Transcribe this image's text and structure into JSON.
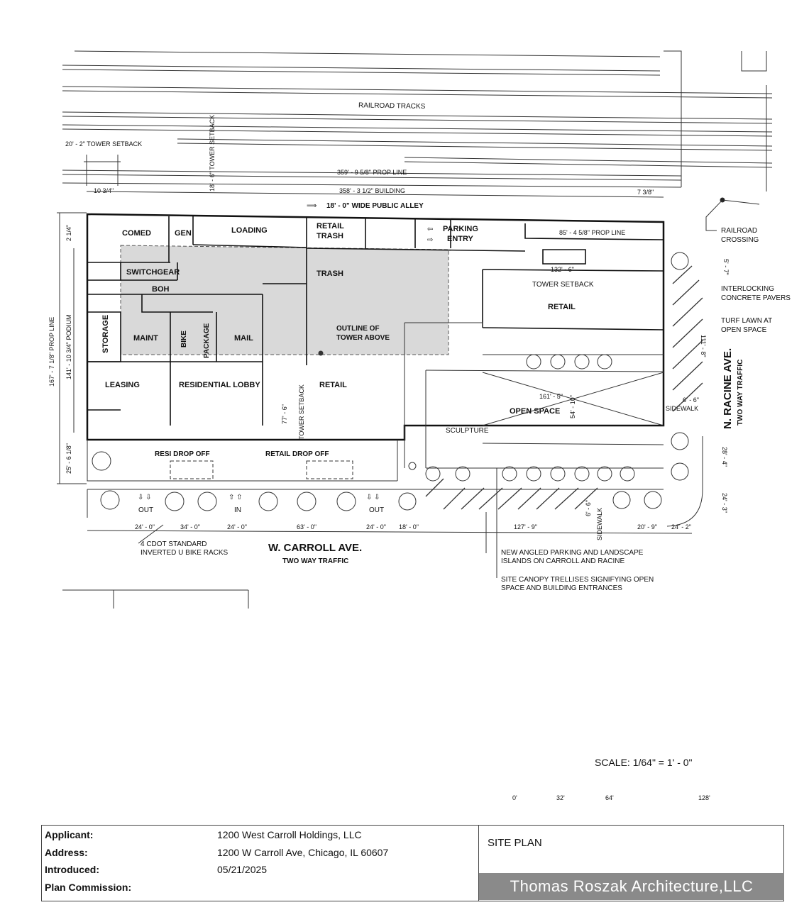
{
  "labels": {
    "railroad_tracks": "RAILROAD TRACKS",
    "tower_setback_top_left": "20' - 2\" TOWER SETBACK",
    "tower_setback_vertical": "18' - 6\" TOWER SETBACK",
    "prop_line_top": "359' - 9 5/8\" PROP LINE",
    "building_length": "358' - 3 1/2\" BUILDING",
    "dim_10_3_4": "10 3/4\"",
    "dim_7_3_8": "7 3/8\"",
    "alley": "18' - 0\" WIDE PUBLIC ALLEY",
    "railroad_crossing": "RAILROAD CROSSING",
    "comed": "COMED",
    "gen": "GEN",
    "loading": "LOADING",
    "retail_trash": "RETAIL TRASH",
    "parking_entry": "PARKING ENTRY",
    "prop_line_85": "85' - 4 5/8\" PROP LINE",
    "dim_5_7": "5' - 7\"",
    "interlocking_pavers": "INTERLOCKING CONCRETE PAVERS",
    "switchgear": "SWITCHGEAR",
    "trash": "TRASH",
    "dim_132_6": "132' - 6\"",
    "tower_setback_right": "TOWER SETBACK",
    "boh": "BOH",
    "retail_upper": "RETAIL",
    "turf_lawn": "TURF LAWN AT OPEN SPACE",
    "storage": "STORAGE",
    "maint": "MAINT",
    "bike": "BIKE",
    "package": "PACKAGE",
    "mail": "MAIL",
    "outline_tower": "OUTLINE OF TOWER ABOVE",
    "dim_111_8": "111' - 8\"",
    "n_racine": "N. RACINE AVE.",
    "two_way_racine": "TWO WAY TRAFFIC",
    "leasing": "LEASING",
    "residential_lobby": "RESIDENTIAL LOBBY",
    "tower_setback_mid": "TOWER SETBACK",
    "dim_77_6": "77' - 6\"",
    "retail_center": "RETAIL",
    "dim_161_5": "161' - 5\"",
    "dim_54_10": "54' - 10\"",
    "open_space": "OPEN SPACE",
    "dim_6_6_right": "6' - 6\"",
    "sidewalk_right": "SIDEWALK",
    "sculpture": "SCULPTURE",
    "prop_line_left": "167' - 7 1/8\" PROP LINE",
    "podium": "141' - 10 3/4\" PODIUM",
    "dim_2_1_4": "2 1/4\"",
    "dim_25_6": "25' - 6 1/8\"",
    "resi_drop_off": "RESI DROP OFF",
    "retail_drop_off": "RETAIL DROP OFF",
    "dim_28_4": "28' - 4\"",
    "out_left": "OUT",
    "in": "IN",
    "out_right": "OUT",
    "dim_6_6_bottom": "6' - 6\"",
    "sidewalk_bottom": "SIDEWALK",
    "dim_24_3": "24' - 3\"",
    "dims_bottom": [
      "24' - 0\"",
      "34' - 0\"",
      "24' - 0\"",
      "63' - 0\"",
      "24' - 0\"",
      "18' - 0\"",
      "127' - 9\"",
      "20' - 9\"",
      "24' - 2\""
    ],
    "bike_racks": "4 CDOT STANDARD INVERTED U BIKE RACKS",
    "w_carroll": "W. CARROLL AVE.",
    "two_way_carroll": "TWO WAY TRAFFIC",
    "angled_parking": "NEW ANGLED PARKING AND LANDSCAPE ISLANDS ON CARROLL AND RACINE",
    "site_canopy": "SITE CANOPY TRELLISES SIGNIFYING OPEN SPACE AND BUILDING ENTRANCES"
  },
  "scale": {
    "text": "SCALE: 1/64\" = 1' - 0\"",
    "ticks": [
      "0'",
      "32'",
      "64'",
      "128'"
    ]
  },
  "info": {
    "applicant_label": "Applicant:",
    "applicant_value": "1200 West Carroll Holdings, LLC",
    "address_label": "Address:",
    "address_value": "1200 W Carroll Ave, Chicago, IL 60607",
    "introduced_label": "Introduced:",
    "introduced_value": "05/21/2025",
    "plan_commission_label": "Plan Commission:",
    "sheet_title": "SITE PLAN",
    "firm": "Thomas Roszak Architecture,LLC"
  }
}
